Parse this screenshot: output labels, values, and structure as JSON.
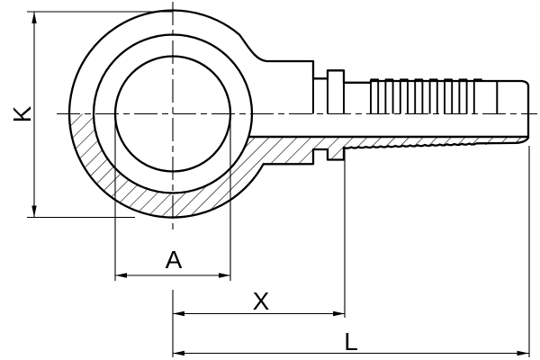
{
  "drawing": {
    "dimension_labels": {
      "k": "K",
      "a": "A",
      "x": "X",
      "l": "L"
    },
    "colors": {
      "line": "#000000",
      "background": "#ffffff"
    }
  }
}
